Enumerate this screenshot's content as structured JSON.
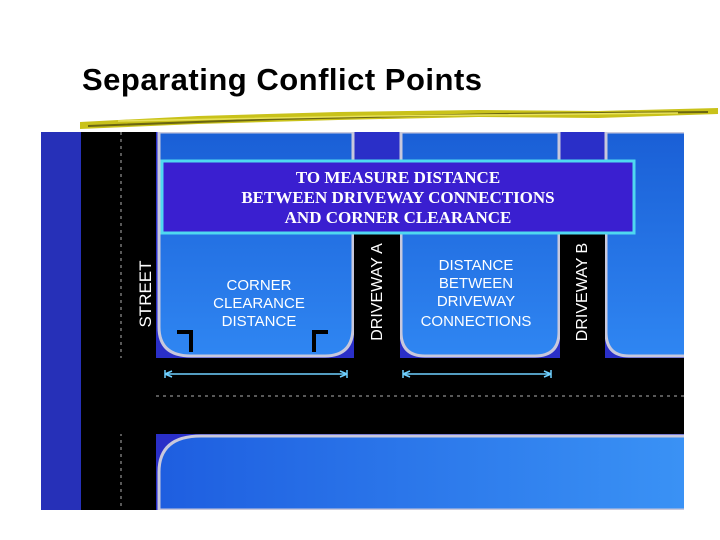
{
  "slide": {
    "title": "Separating Conflict Points"
  },
  "diagram": {
    "header_box": {
      "line1": "TO MEASURE DISTANCE",
      "line2": "BETWEEN DRIVEWAY CONNECTIONS",
      "line3": "AND CORNER CLEARANCE"
    },
    "street_label": "STREET",
    "driveway_a_label": "DRIVEWAY A",
    "driveway_b_label": "DRIVEWAY B",
    "corner_clearance": {
      "line1": "CORNER",
      "line2": "CLEARANCE",
      "line3": "DISTANCE"
    },
    "driveway_spacing": {
      "line1": "DISTANCE",
      "line2": "BETWEEN",
      "line3": "DRIVEWAY",
      "line4": "CONNECTIONS"
    },
    "colors": {
      "background": "#2a2fc8",
      "road": "#000000",
      "curb": "#c8c8dc",
      "lot_fill": "#1f6fe8",
      "box_fill": "#3a1fd0",
      "box_border": "#4fd8f0",
      "label_text": "#ffffff"
    }
  }
}
